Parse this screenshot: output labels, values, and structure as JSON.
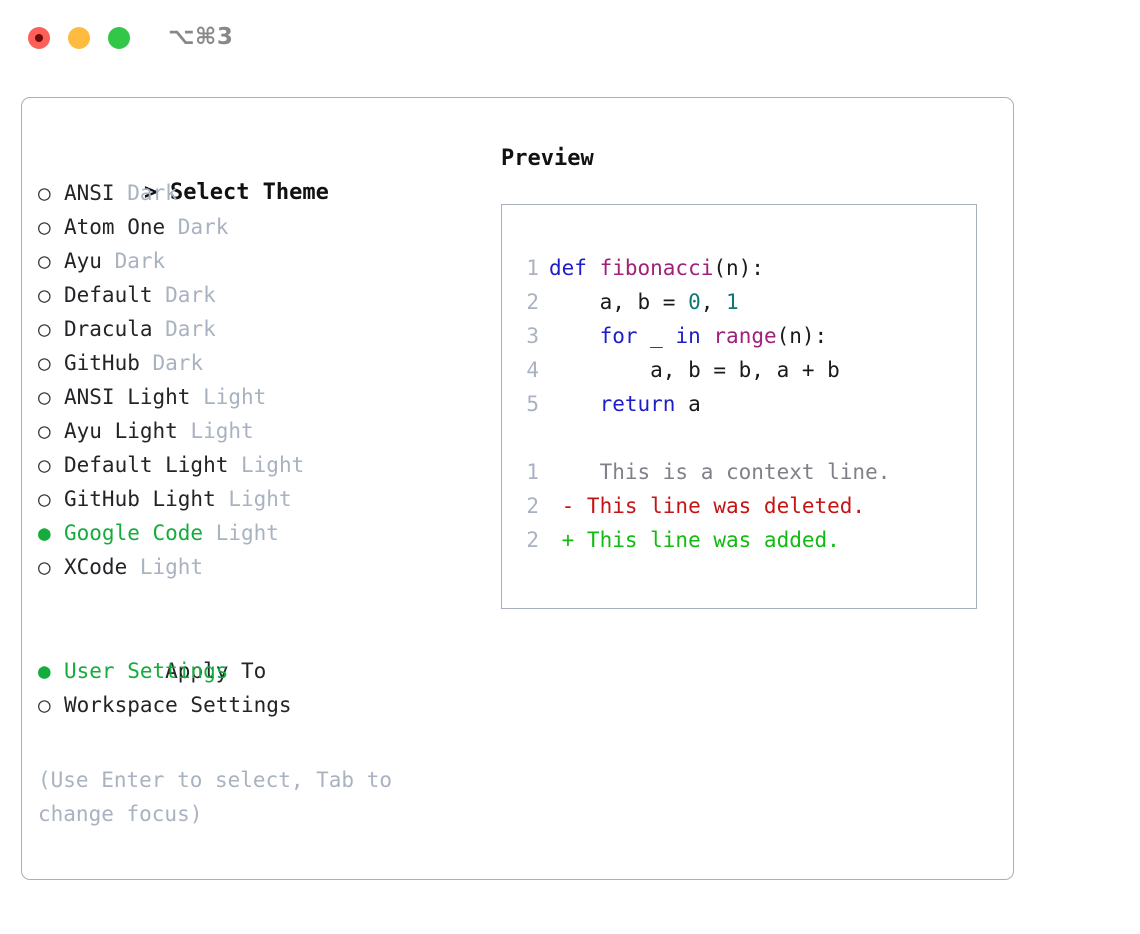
{
  "window": {
    "title": "⌥⌘3",
    "traffic_lights": [
      {
        "name": "close",
        "color": "#fc6058"
      },
      {
        "name": "minimize",
        "color": "#fdbc40"
      },
      {
        "name": "maximize",
        "color": "#33c748"
      }
    ]
  },
  "theme_picker": {
    "heading": "Select Theme",
    "heading_marker": ">",
    "marker_selected": "●",
    "marker_unselected": "○",
    "items": [
      {
        "label": "ANSI",
        "variant": "Dark",
        "selected": false
      },
      {
        "label": "Atom One",
        "variant": "Dark",
        "selected": false
      },
      {
        "label": "Ayu",
        "variant": "Dark",
        "selected": false
      },
      {
        "label": "Default",
        "variant": "Dark",
        "selected": false
      },
      {
        "label": "Dracula",
        "variant": "Dark",
        "selected": false
      },
      {
        "label": "GitHub",
        "variant": "Dark",
        "selected": false
      },
      {
        "label": "ANSI Light",
        "variant": "Light",
        "selected": false
      },
      {
        "label": "Ayu Light",
        "variant": "Light",
        "selected": false
      },
      {
        "label": "Default Light",
        "variant": "Light",
        "selected": false
      },
      {
        "label": "GitHub Light",
        "variant": "Light",
        "selected": false
      },
      {
        "label": "Google Code",
        "variant": "Light",
        "selected": true
      },
      {
        "label": "XCode",
        "variant": "Light",
        "selected": false
      }
    ]
  },
  "apply_to": {
    "heading": "Apply To",
    "items": [
      {
        "label": "User Settings",
        "selected": true
      },
      {
        "label": "Workspace Settings",
        "selected": false
      }
    ]
  },
  "hint": "(Use Enter to select, Tab to change focus)",
  "preview": {
    "title": "Preview",
    "code_lines": [
      {
        "num": "1",
        "tokens": [
          {
            "t": "def ",
            "c": "kw"
          },
          {
            "t": "fibonacci",
            "c": "fn"
          },
          {
            "t": "(n):",
            "c": "pl"
          }
        ]
      },
      {
        "num": "2",
        "tokens": [
          {
            "t": "    a, b = ",
            "c": "pl"
          },
          {
            "t": "0",
            "c": "num"
          },
          {
            "t": ", ",
            "c": "pl"
          },
          {
            "t": "1",
            "c": "num"
          }
        ]
      },
      {
        "num": "3",
        "tokens": [
          {
            "t": "    ",
            "c": "pl"
          },
          {
            "t": "for",
            "c": "kw"
          },
          {
            "t": " _ ",
            "c": "pl"
          },
          {
            "t": "in",
            "c": "kw"
          },
          {
            "t": " ",
            "c": "pl"
          },
          {
            "t": "range",
            "c": "fn"
          },
          {
            "t": "(n):",
            "c": "pl"
          }
        ]
      },
      {
        "num": "4",
        "tokens": [
          {
            "t": "        a, b = b, a + b",
            "c": "pl"
          }
        ]
      },
      {
        "num": "5",
        "tokens": [
          {
            "t": "    ",
            "c": "pl"
          },
          {
            "t": "return",
            "c": "kw"
          },
          {
            "t": " a",
            "c": "pl"
          }
        ]
      }
    ],
    "diff_lines": [
      {
        "num": "1",
        "sign": " ",
        "text": "  This is a context line.",
        "kind": "ctx"
      },
      {
        "num": "2",
        "sign": "-",
        "text": " This line was deleted.",
        "kind": "del"
      },
      {
        "num": "2",
        "sign": "+",
        "text": " This line was added.",
        "kind": "add"
      }
    ]
  },
  "colors": {
    "accent_green": "#14ac3c",
    "muted": "#a9b2c0",
    "border": "#a8b0bd",
    "keyword": "#1e1ec8",
    "function": "#a0207a",
    "number": "#0f7775",
    "diff_delete": "#c41414",
    "diff_add": "#11bb11",
    "diff_context": "#808088"
  }
}
